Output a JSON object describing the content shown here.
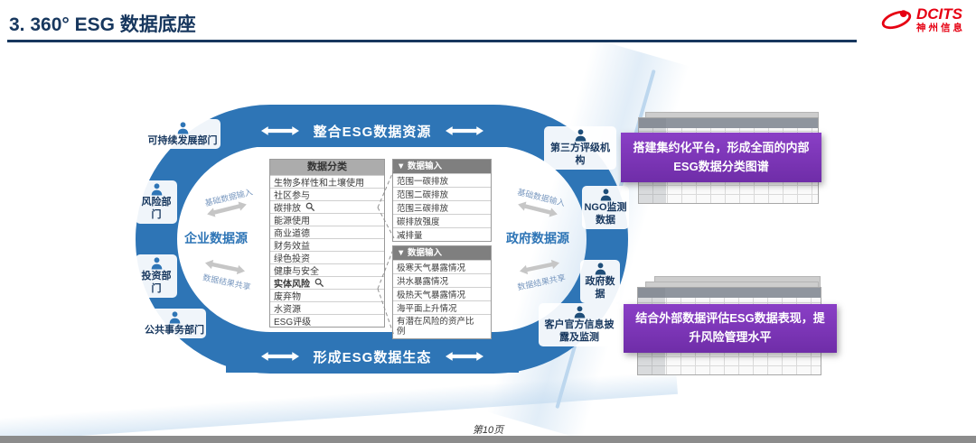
{
  "header": {
    "title": "3. 360° ESG 数据底座",
    "logo": {
      "brand": "DCITS",
      "name": "神州信息"
    }
  },
  "footer": {
    "page": "第10页"
  },
  "ring": {
    "top_banner": "整合ESG数据资源",
    "bottom_banner": "形成ESG数据生态",
    "left_nodes": [
      {
        "label": "可持续发展部门"
      },
      {
        "label": "风险部门"
      },
      {
        "label": "投资部门"
      },
      {
        "label": "公共事务部门"
      }
    ],
    "right_nodes": [
      {
        "label": "第三方评级机构"
      },
      {
        "label": "NGO监测数据"
      },
      {
        "label": "政府数据"
      },
      {
        "label": "客户官方信息披露及监测"
      }
    ],
    "enterprise_source": {
      "label": "企业数据源",
      "input_label": "基础数据输入",
      "share_label": "数据结果共享"
    },
    "government_source": {
      "label": "政府数据源",
      "input_label": "基础数据输入",
      "share_label": "数据结果共享"
    }
  },
  "tables": {
    "classification": {
      "header": "数据分类",
      "rows": [
        "生物多样性和土壤使用",
        "社区参与",
        "碳排放",
        "能源使用",
        "商业道德",
        "财务效益",
        "绿色投资",
        "健康与安全",
        "实体风险",
        "废弃物",
        "水资源",
        "ESG评级"
      ]
    },
    "input1": {
      "header": "▼ 数据输入",
      "rows": [
        "范围一碳排放",
        "范围二碳排放",
        "范围三碳排放",
        "碳排放强度",
        "减排量"
      ]
    },
    "input2": {
      "header": "▼ 数据输入",
      "rows": [
        "极寒天气暴露情况",
        "洪水暴露情况",
        "极热天气暴露情况",
        "海平面上升情况",
        "有潜在风险的资产比例"
      ]
    }
  },
  "callouts": [
    {
      "text": "搭建集约化平台，形成全面的内部ESG数据分类图谱"
    },
    {
      "text": "结合外部数据评估ESG数据表现，提升风险管理水平"
    }
  ],
  "colors": {
    "accent_blue": "#2E75B6",
    "navy": "#17375E",
    "purple": "#7030A0",
    "brand_red": "#E60012",
    "table_gray": "#7F7F7F"
  }
}
